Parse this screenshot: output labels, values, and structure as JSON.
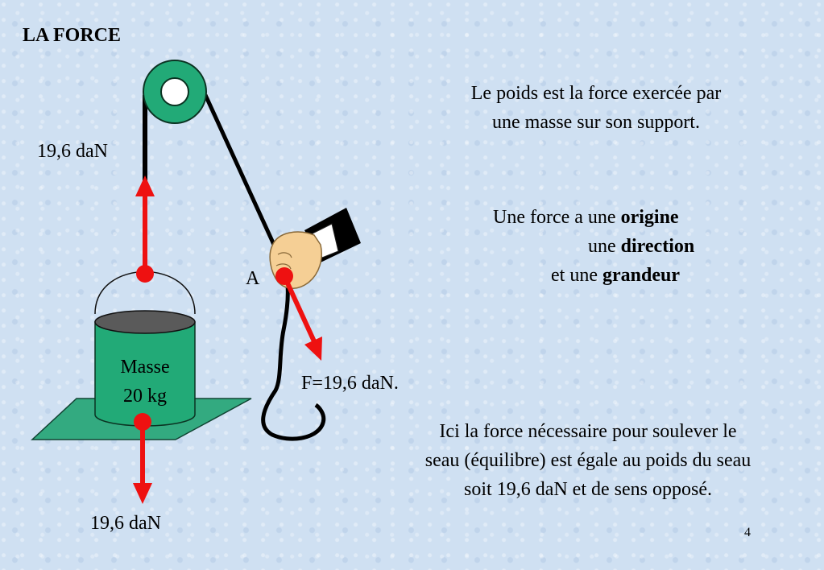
{
  "title": "LA FORCE",
  "definition": {
    "line1": "Le poids est la force exercée par",
    "line2": "une masse sur son support."
  },
  "properties": {
    "line1_prefix": "Une force a une ",
    "line1_bold": "origine",
    "line2_prefix": "une ",
    "line2_bold": "direction",
    "line3_prefix": "et une ",
    "line3_bold": "grandeur"
  },
  "explanation": {
    "line1": "Ici la force nécessaire pour soulever le",
    "line2": "seau (équilibre) est égale au poids du seau",
    "line3": "soit 19,6 daN et de sens opposé."
  },
  "labels": {
    "top_force": "19,6 daN",
    "bottom_force": "19,6 daN",
    "point": "A",
    "pull_force": "F=19,6 daN.",
    "mass_line1": "Masse",
    "mass_line2": "20 kg"
  },
  "page_number": "4",
  "colors": {
    "force_arrow": "#ee1111",
    "bucket": "#22aa77",
    "bucket_top": "#555555",
    "support": "#33aa80",
    "skin": "#f5cf95"
  },
  "icons": [
    "pulley-icon",
    "hand-icon",
    "bucket-icon"
  ]
}
